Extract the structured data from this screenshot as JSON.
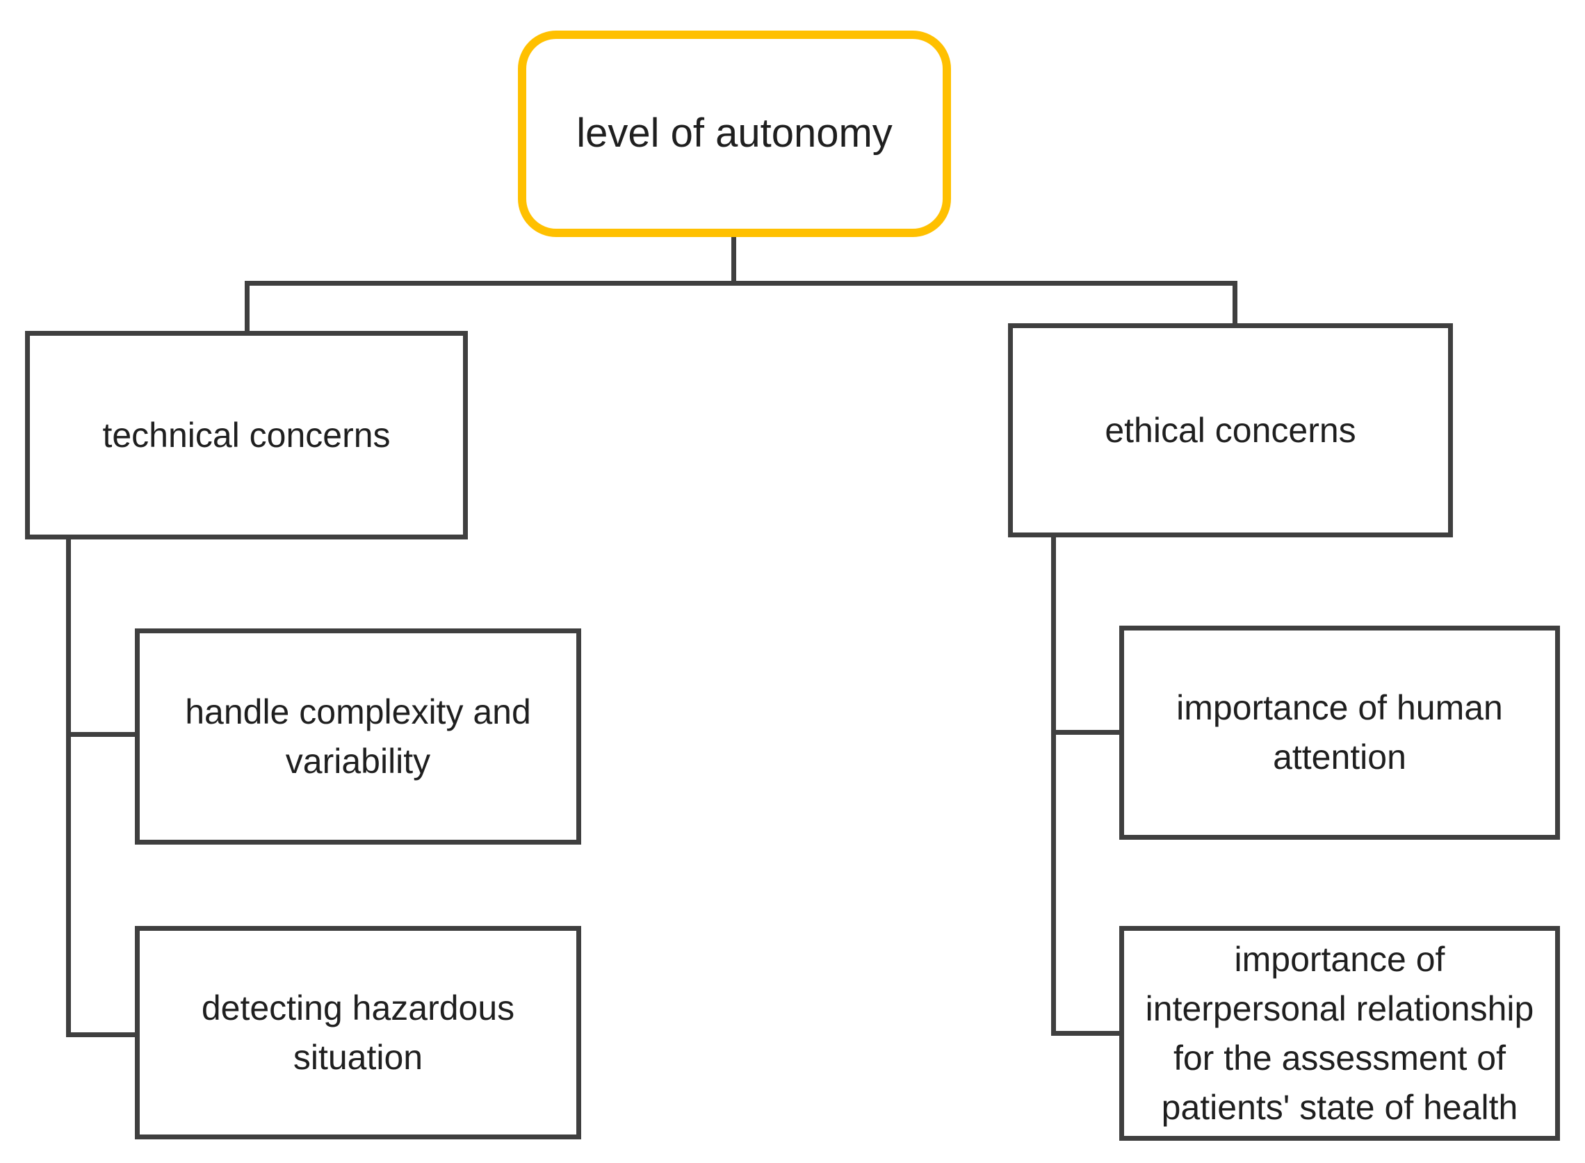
{
  "diagram": {
    "type": "tree",
    "direction": "top-down"
  },
  "nodes": {
    "root": {
      "label_lines": [
        "level of autonomy"
      ],
      "shape": "rounded-rectangle",
      "border_color": "#FFC000"
    },
    "technical": {
      "label_lines": [
        "technical concerns"
      ],
      "shape": "rectangle",
      "border_color": "#3F3F3F"
    },
    "ethical": {
      "label_lines": [
        "ethical concerns"
      ],
      "shape": "rectangle",
      "border_color": "#3F3F3F"
    },
    "handle_complexity": {
      "label_lines": [
        "handle complexity and",
        "variability"
      ],
      "shape": "rectangle",
      "border_color": "#3F3F3F"
    },
    "detecting_hazardous": {
      "label_lines": [
        "detecting hazardous",
        "situation"
      ],
      "shape": "rectangle",
      "border_color": "#3F3F3F"
    },
    "human_attention": {
      "label_lines": [
        "importance of human",
        "attention"
      ],
      "shape": "rectangle",
      "border_color": "#3F3F3F"
    },
    "interpersonal_relationship": {
      "label_lines": [
        "importance of",
        "interpersonal relationship",
        "for the assessment of",
        "patients' state of health"
      ],
      "shape": "rectangle",
      "border_color": "#3F3F3F"
    }
  },
  "edges": [
    {
      "from": "root",
      "to": "technical"
    },
    {
      "from": "root",
      "to": "ethical"
    },
    {
      "from": "technical",
      "to": "handle_complexity"
    },
    {
      "from": "technical",
      "to": "detecting_hazardous"
    },
    {
      "from": "ethical",
      "to": "human_attention"
    },
    {
      "from": "ethical",
      "to": "interpersonal_relationship"
    }
  ],
  "colors": {
    "root_border": "#FFC000",
    "node_border": "#3F3F3F",
    "connector": "#3F3F3F",
    "text": "#1F1F1F",
    "background": "#FFFFFF"
  }
}
